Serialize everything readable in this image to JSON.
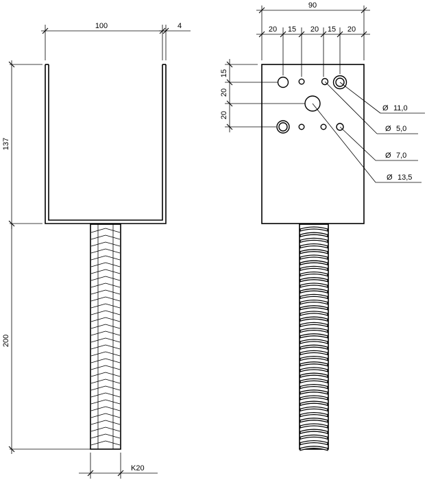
{
  "front_view": {
    "dims": {
      "width": "100",
      "wall": "4",
      "socket_height": "137",
      "rod_length": "200",
      "rod": "K20"
    }
  },
  "side_view": {
    "dims": {
      "total_width": "90",
      "h1": "20",
      "h2": "15",
      "h3": "20",
      "h4": "15",
      "h5": "20",
      "v1": "15",
      "v2": "20",
      "v3": "20"
    },
    "holes": [
      {
        "symbol": "Ø",
        "value": "11,0"
      },
      {
        "symbol": "Ø",
        "value": "5,0"
      },
      {
        "symbol": "Ø",
        "value": "7,0"
      },
      {
        "symbol": "Ø",
        "value": "13,5"
      }
    ]
  }
}
